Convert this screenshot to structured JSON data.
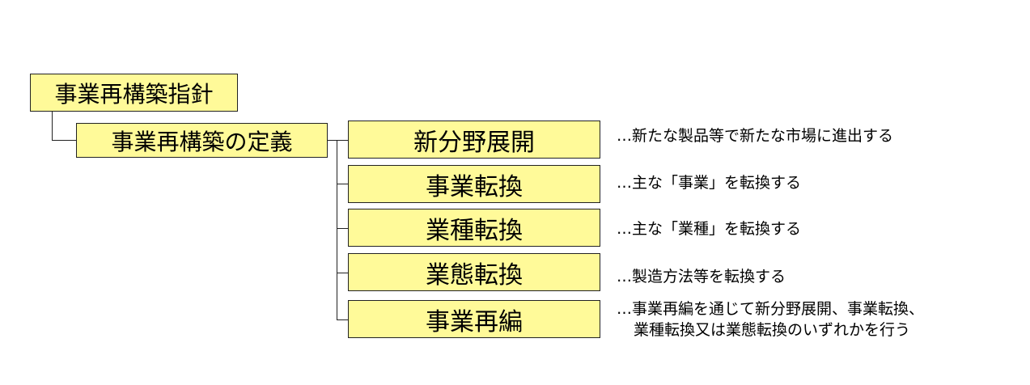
{
  "root": {
    "label": "事業再構築指針"
  },
  "definition": {
    "label": "事業再構築の定義"
  },
  "categories": [
    {
      "label": "新分野展開",
      "description": "…新たな製品等で新たな市場に進出する"
    },
    {
      "label": "事業転換",
      "description": "…主な「事業」を転換する"
    },
    {
      "label": "業種転換",
      "description": "…主な「業種」を転換する"
    },
    {
      "label": "業態転換",
      "description": "…製造方法等を転換する"
    },
    {
      "label": "事業再編",
      "description_lines": [
        "…事業再編を通じて新分野展開、事業転換、",
        "業種転換又は業態転換のいずれかを行う"
      ]
    }
  ],
  "colors": {
    "box_fill": "#fffa99",
    "box_border": "#222222"
  }
}
